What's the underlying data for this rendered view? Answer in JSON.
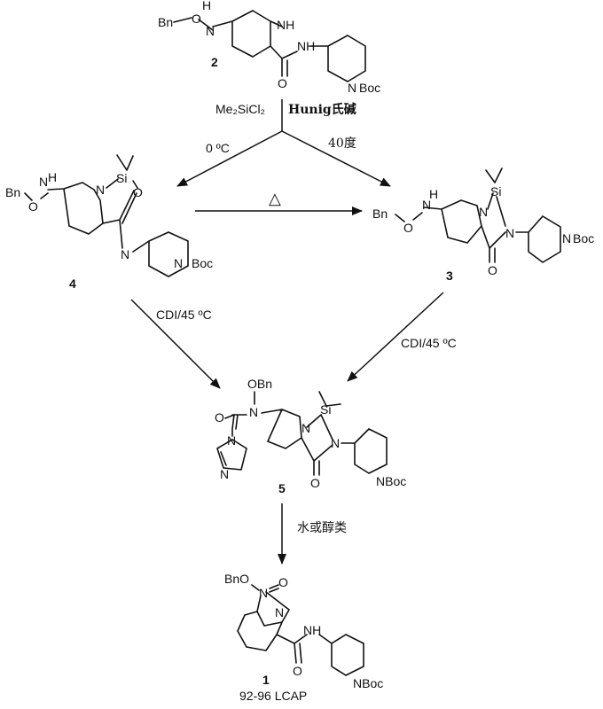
{
  "compounds": {
    "c2": {
      "number": "2",
      "labels": {
        "bn": "Bn",
        "o": "O",
        "nh": "N",
        "nh_h": "H",
        "ring_nh": "NH",
        "amide_nh": "NH",
        "n": "N",
        "boc": "Boc",
        "carbonyl_o": "O"
      }
    },
    "c4": {
      "number": "4",
      "labels": {
        "bn": "Bn",
        "o": "O",
        "nh": "N",
        "nh_h": "H",
        "ring_n": "N",
        "si": "Si",
        "ring_o": "O",
        "imine_n": "N",
        "n": "N",
        "boc": "Boc"
      }
    },
    "c3": {
      "number": "3",
      "labels": {
        "bn": "Bn",
        "o": "O",
        "nh": "N",
        "nh_h": "H",
        "ring_n": "N",
        "si": "Si",
        "amide_n": "N",
        "carbonyl_o": "O",
        "n": "N",
        "boc": "Boc"
      }
    },
    "c5": {
      "number": "5",
      "labels": {
        "obn": "OBn",
        "n": "N",
        "carbonyl_o": "O",
        "im_n1": "N",
        "im_n2": "N",
        "ring_n": "N",
        "si": "Si",
        "amide_n": "N",
        "amide_o": "O",
        "nboc": "NBoc"
      }
    },
    "c1": {
      "number": "1",
      "yield": "92-96 LCAP",
      "labels": {
        "bno": "BnO",
        "n_upper": "N",
        "n_ring": "N",
        "urea_o": "O",
        "amide_nh": "NH",
        "amide_o": "O",
        "nboc": "NBoc"
      }
    }
  },
  "conditions": {
    "reagent_left": "Me₂SiCl₂",
    "reagent_right": "Hunig氏碱",
    "temp_left": "0 ºC",
    "temp_right": "40度",
    "heat_symbol": "△",
    "cdi_left": "CDI/45 ºC",
    "cdi_right": "CDI/45 ºC",
    "final_step": "水或醇类"
  }
}
